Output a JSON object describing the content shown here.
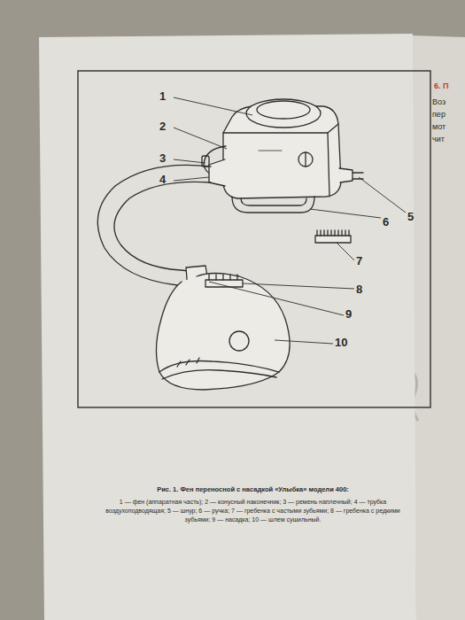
{
  "diagram": {
    "caption": "Рис. 1. Фен переносной с насадкой «Улыбка» модели 400:",
    "labels": [
      "1",
      "2",
      "3",
      "4",
      "5",
      "6",
      "7",
      "8",
      "9",
      "10",
      "1 — фен (аппаратная часть); 2 — конусный наконечник; 3 — ремень наплечный; 4 — трубка воздухоподводящая; 5 — шнур; 6 — ручка; 7 — гребенка с частыми зубьями; 8 — гребенка с редкими зубьями; 9 — насадка; 10 — шлем сушильный.",
      "6. П",
      "Воз",
      "пер",
      "мот",
      "чит"
    ]
  }
}
